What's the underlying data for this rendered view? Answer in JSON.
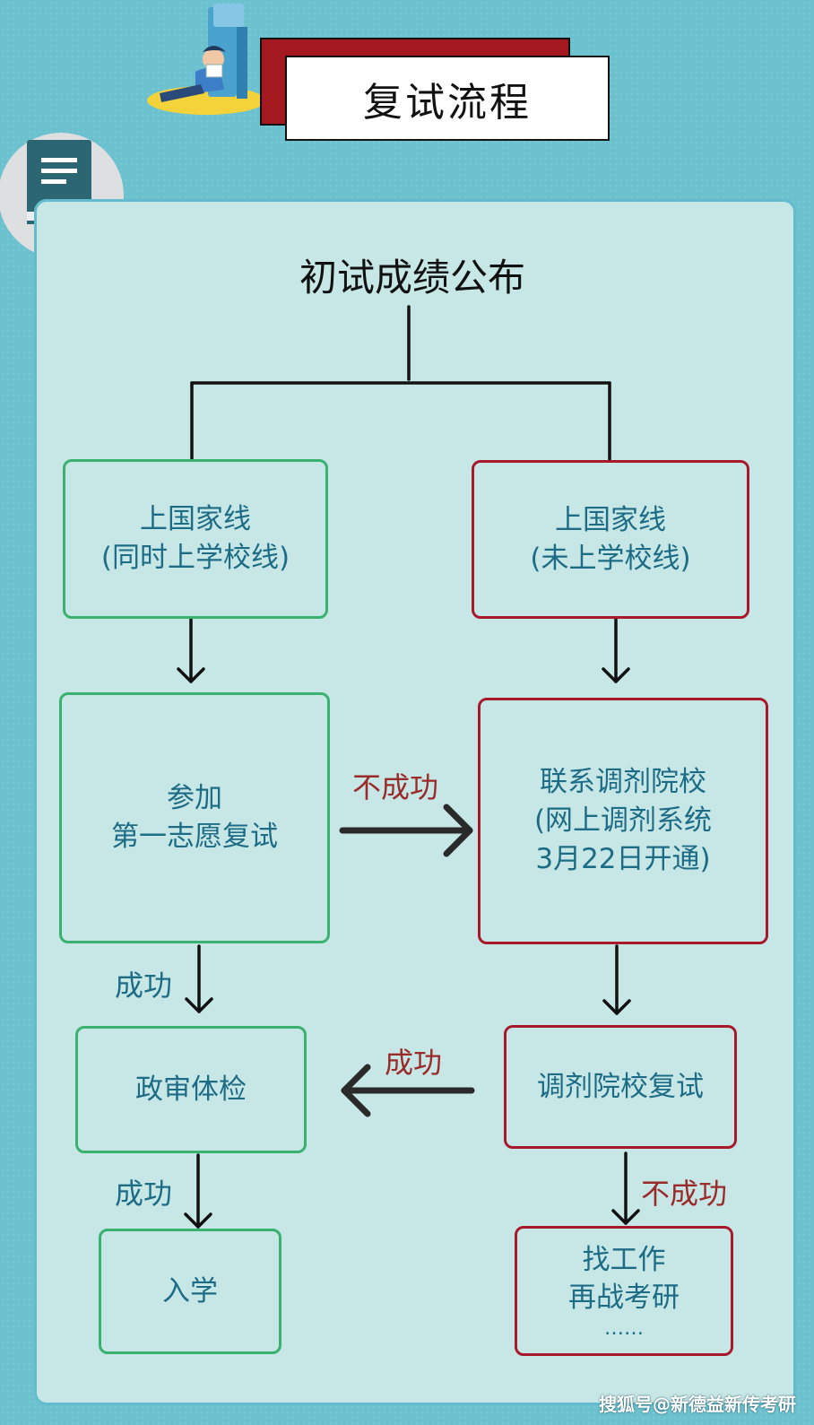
{
  "header": {
    "title": "复试流程"
  },
  "flowchart": {
    "heading": "初试成绩公布",
    "nodes": {
      "left_start": {
        "line1": "上国家线",
        "line2": "(同时上学校线)"
      },
      "right_start": {
        "line1": "上国家线",
        "line2": "(未上学校线)"
      },
      "first_choice": {
        "line1": "参加",
        "line2": "第一志愿复试"
      },
      "adjustment_contact": {
        "line1": "联系调剂院校",
        "line2": "(网上调剂系统",
        "line3": "3月22日开通)"
      },
      "political_check": {
        "line1": "政审体检"
      },
      "adjust_retest": {
        "line1": "调剂院校复试"
      },
      "enrollment": {
        "line1": "入学"
      },
      "fallback": {
        "line1": "找工作",
        "line2": "再战考研",
        "line3": "……"
      }
    },
    "edge_labels": {
      "fail_to_adjust": "不成功",
      "success_to_check": "成功",
      "adjust_success": "成功",
      "success_to_enroll": "成功",
      "adjust_fail": "不成功"
    }
  },
  "footer": {
    "watermark": "搜狐号@新德益新传考研"
  },
  "colors": {
    "background": "#6cc1cf",
    "panel": "#c7e6e6",
    "green_border": "#38b26e",
    "red_border": "#a8192b",
    "node_text": "#1d6c86",
    "title_shadow": "#a4181f"
  }
}
